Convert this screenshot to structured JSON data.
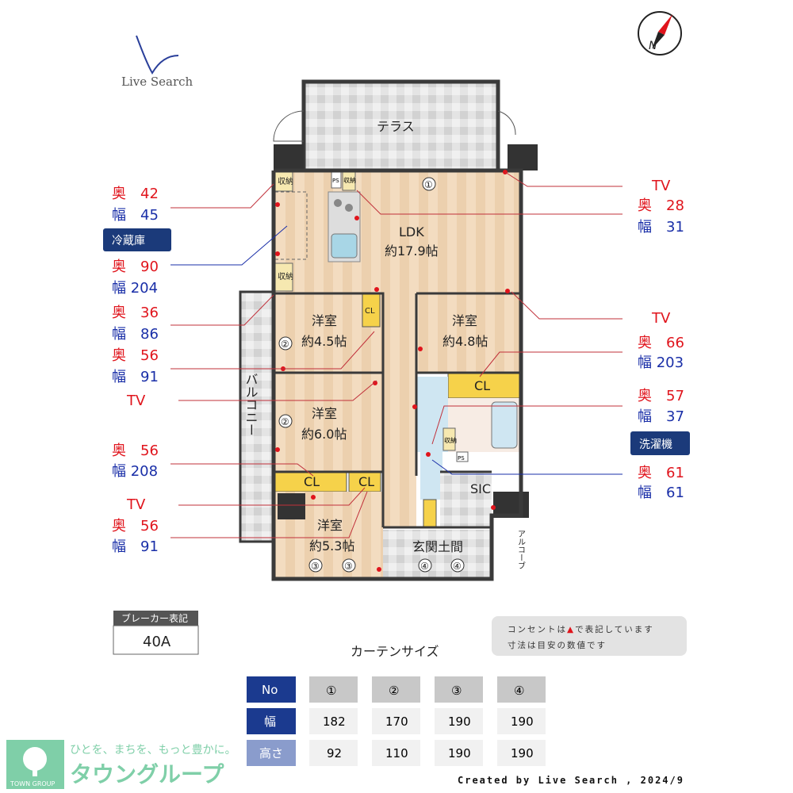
{
  "logo": {
    "text": "Live Search"
  },
  "compass": {
    "label": "N"
  },
  "rooms": {
    "terrace": "テラス",
    "ldk": "LDK",
    "ldk_size": "約17.9帖",
    "room1": "洋室",
    "room1_size": "約4.5帖",
    "room2": "洋室",
    "room2_size": "約4.8帖",
    "room3": "洋室",
    "room3_size": "約6.0帖",
    "room4": "洋室",
    "room4_size": "約5.3帖",
    "balcony": "バルコニー",
    "cl": "CL",
    "sic": "SIC",
    "entrance": "玄関土間",
    "alcove": "アルコーブ",
    "storage": "収納",
    "ps": "PS",
    "window_marks": [
      "①",
      "②",
      "②",
      "③",
      "③",
      "④",
      "④"
    ]
  },
  "left_annotations": [
    {
      "text": "奥　42",
      "color": "red"
    },
    {
      "text": "幅　45",
      "color": "blue"
    },
    {
      "text": "冷蔵庫",
      "color": "badge"
    },
    {
      "text": "奥　90",
      "color": "red"
    },
    {
      "text": "幅 204",
      "color": "blue"
    },
    {
      "text": "奥　36",
      "color": "red"
    },
    {
      "text": "幅　86",
      "color": "blue"
    },
    {
      "text": "奥　56",
      "color": "red"
    },
    {
      "text": "幅　91",
      "color": "blue"
    },
    {
      "text": "TV",
      "color": "red"
    },
    {
      "text": "奥　56",
      "color": "red"
    },
    {
      "text": "幅 208",
      "color": "blue"
    },
    {
      "text": "TV",
      "color": "red"
    },
    {
      "text": "奥　56",
      "color": "red"
    },
    {
      "text": "幅　91",
      "color": "blue"
    }
  ],
  "right_annotations": [
    {
      "text": "TV",
      "color": "red"
    },
    {
      "text": "奥　28",
      "color": "red"
    },
    {
      "text": "幅　31",
      "color": "blue"
    },
    {
      "text": "TV",
      "color": "red"
    },
    {
      "text": "奥　66",
      "color": "red"
    },
    {
      "text": "幅 203",
      "color": "blue"
    },
    {
      "text": "奥　57",
      "color": "red"
    },
    {
      "text": "幅　37",
      "color": "blue"
    },
    {
      "text": "洗濯機",
      "color": "badge"
    },
    {
      "text": "奥　61",
      "color": "red"
    },
    {
      "text": "幅　61",
      "color": "blue"
    }
  ],
  "breaker": {
    "title": "ブレーカー表記",
    "value": "40A"
  },
  "note": {
    "line1": "コンセントは",
    "line1b": "で表記しています",
    "line2": "寸法は目安の数値です"
  },
  "curtain": {
    "title": "カーテンサイズ",
    "headers": [
      "No",
      "①",
      "②",
      "③",
      "④"
    ],
    "rows": [
      {
        "label": "幅",
        "values": [
          "182",
          "170",
          "190",
          "190"
        ]
      },
      {
        "label": "高さ",
        "values": [
          "92",
          "110",
          "190",
          "190"
        ]
      }
    ]
  },
  "company": {
    "tagline": "ひとを、まちを、もっと豊かに。",
    "name": "タウングループ",
    "logo_text": "TOWN GROUP"
  },
  "credit": "Created by Live Search , 2024/9",
  "colors": {
    "red": "#e0141c",
    "blue": "#1a2fa8",
    "badge": "#1b3a7a",
    "outlet": "#e0141c"
  }
}
